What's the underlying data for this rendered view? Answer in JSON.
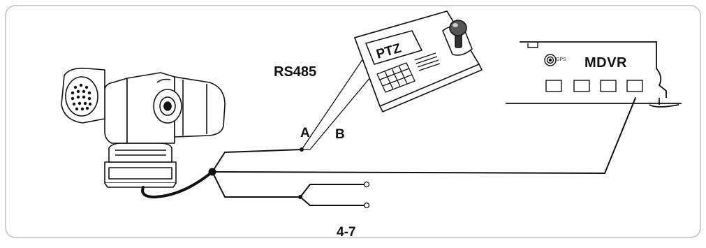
{
  "diagram": {
    "label_rs485": "RS485",
    "label_a": "A",
    "label_b": "B",
    "controller_label": "PTZ",
    "recorder_label": "MDVR",
    "gps_label": "GPS",
    "figure_number": "4-7"
  },
  "colors": {
    "line": "#111111",
    "frame": "#bfbfbf",
    "port_fill": "#ffffff"
  },
  "icons": [
    "ptz-camera-icon",
    "ptz-keyboard-icon",
    "joystick-icon",
    "mdvr-recorder-icon",
    "gps-antenna-icon"
  ]
}
